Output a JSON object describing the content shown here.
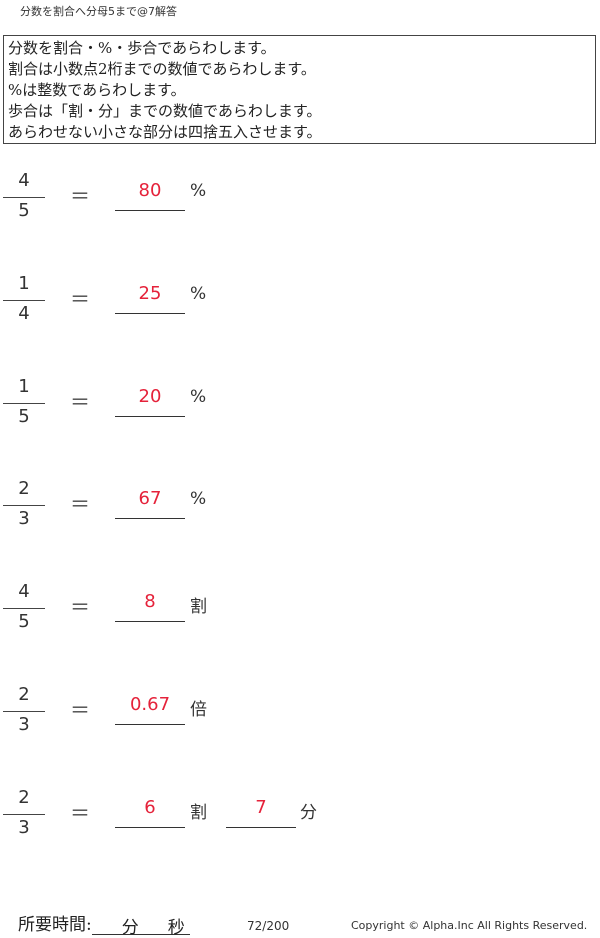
{
  "header": {
    "title": "分数を割合へ分母5まで@7解答"
  },
  "instructions": [
    "分数を割合・%・歩合であらわします。",
    "割合は小数点2桁までの数値であらわします。",
    "%は整数であらわします。",
    "歩合は「割・分」までの数値であらわします。",
    "あらわせない小さな部分は四捨五入させます。"
  ],
  "equals": "＝",
  "problems": [
    {
      "numerator": "4",
      "denominator": "5",
      "answer": "80",
      "unit": "%"
    },
    {
      "numerator": "1",
      "denominator": "4",
      "answer": "25",
      "unit": "%"
    },
    {
      "numerator": "1",
      "denominator": "5",
      "answer": "20",
      "unit": "%"
    },
    {
      "numerator": "2",
      "denominator": "3",
      "answer": "67",
      "unit": "%"
    },
    {
      "numerator": "4",
      "denominator": "5",
      "answer": "8",
      "unit": "割"
    },
    {
      "numerator": "2",
      "denominator": "3",
      "answer": "0.67",
      "unit": "倍"
    },
    {
      "numerator": "2",
      "denominator": "3",
      "answer": "6",
      "unit": "割",
      "answer2": "7",
      "unit2": "分"
    }
  ],
  "footer": {
    "time_label": "所要時間:",
    "minutes_label": "分",
    "seconds_label": "秒",
    "page_number": "72/200",
    "copyright": "Copyright ©  Alpha.Inc All Rights Reserved."
  },
  "colors": {
    "answer": "#e5223a",
    "text": "#222222"
  }
}
